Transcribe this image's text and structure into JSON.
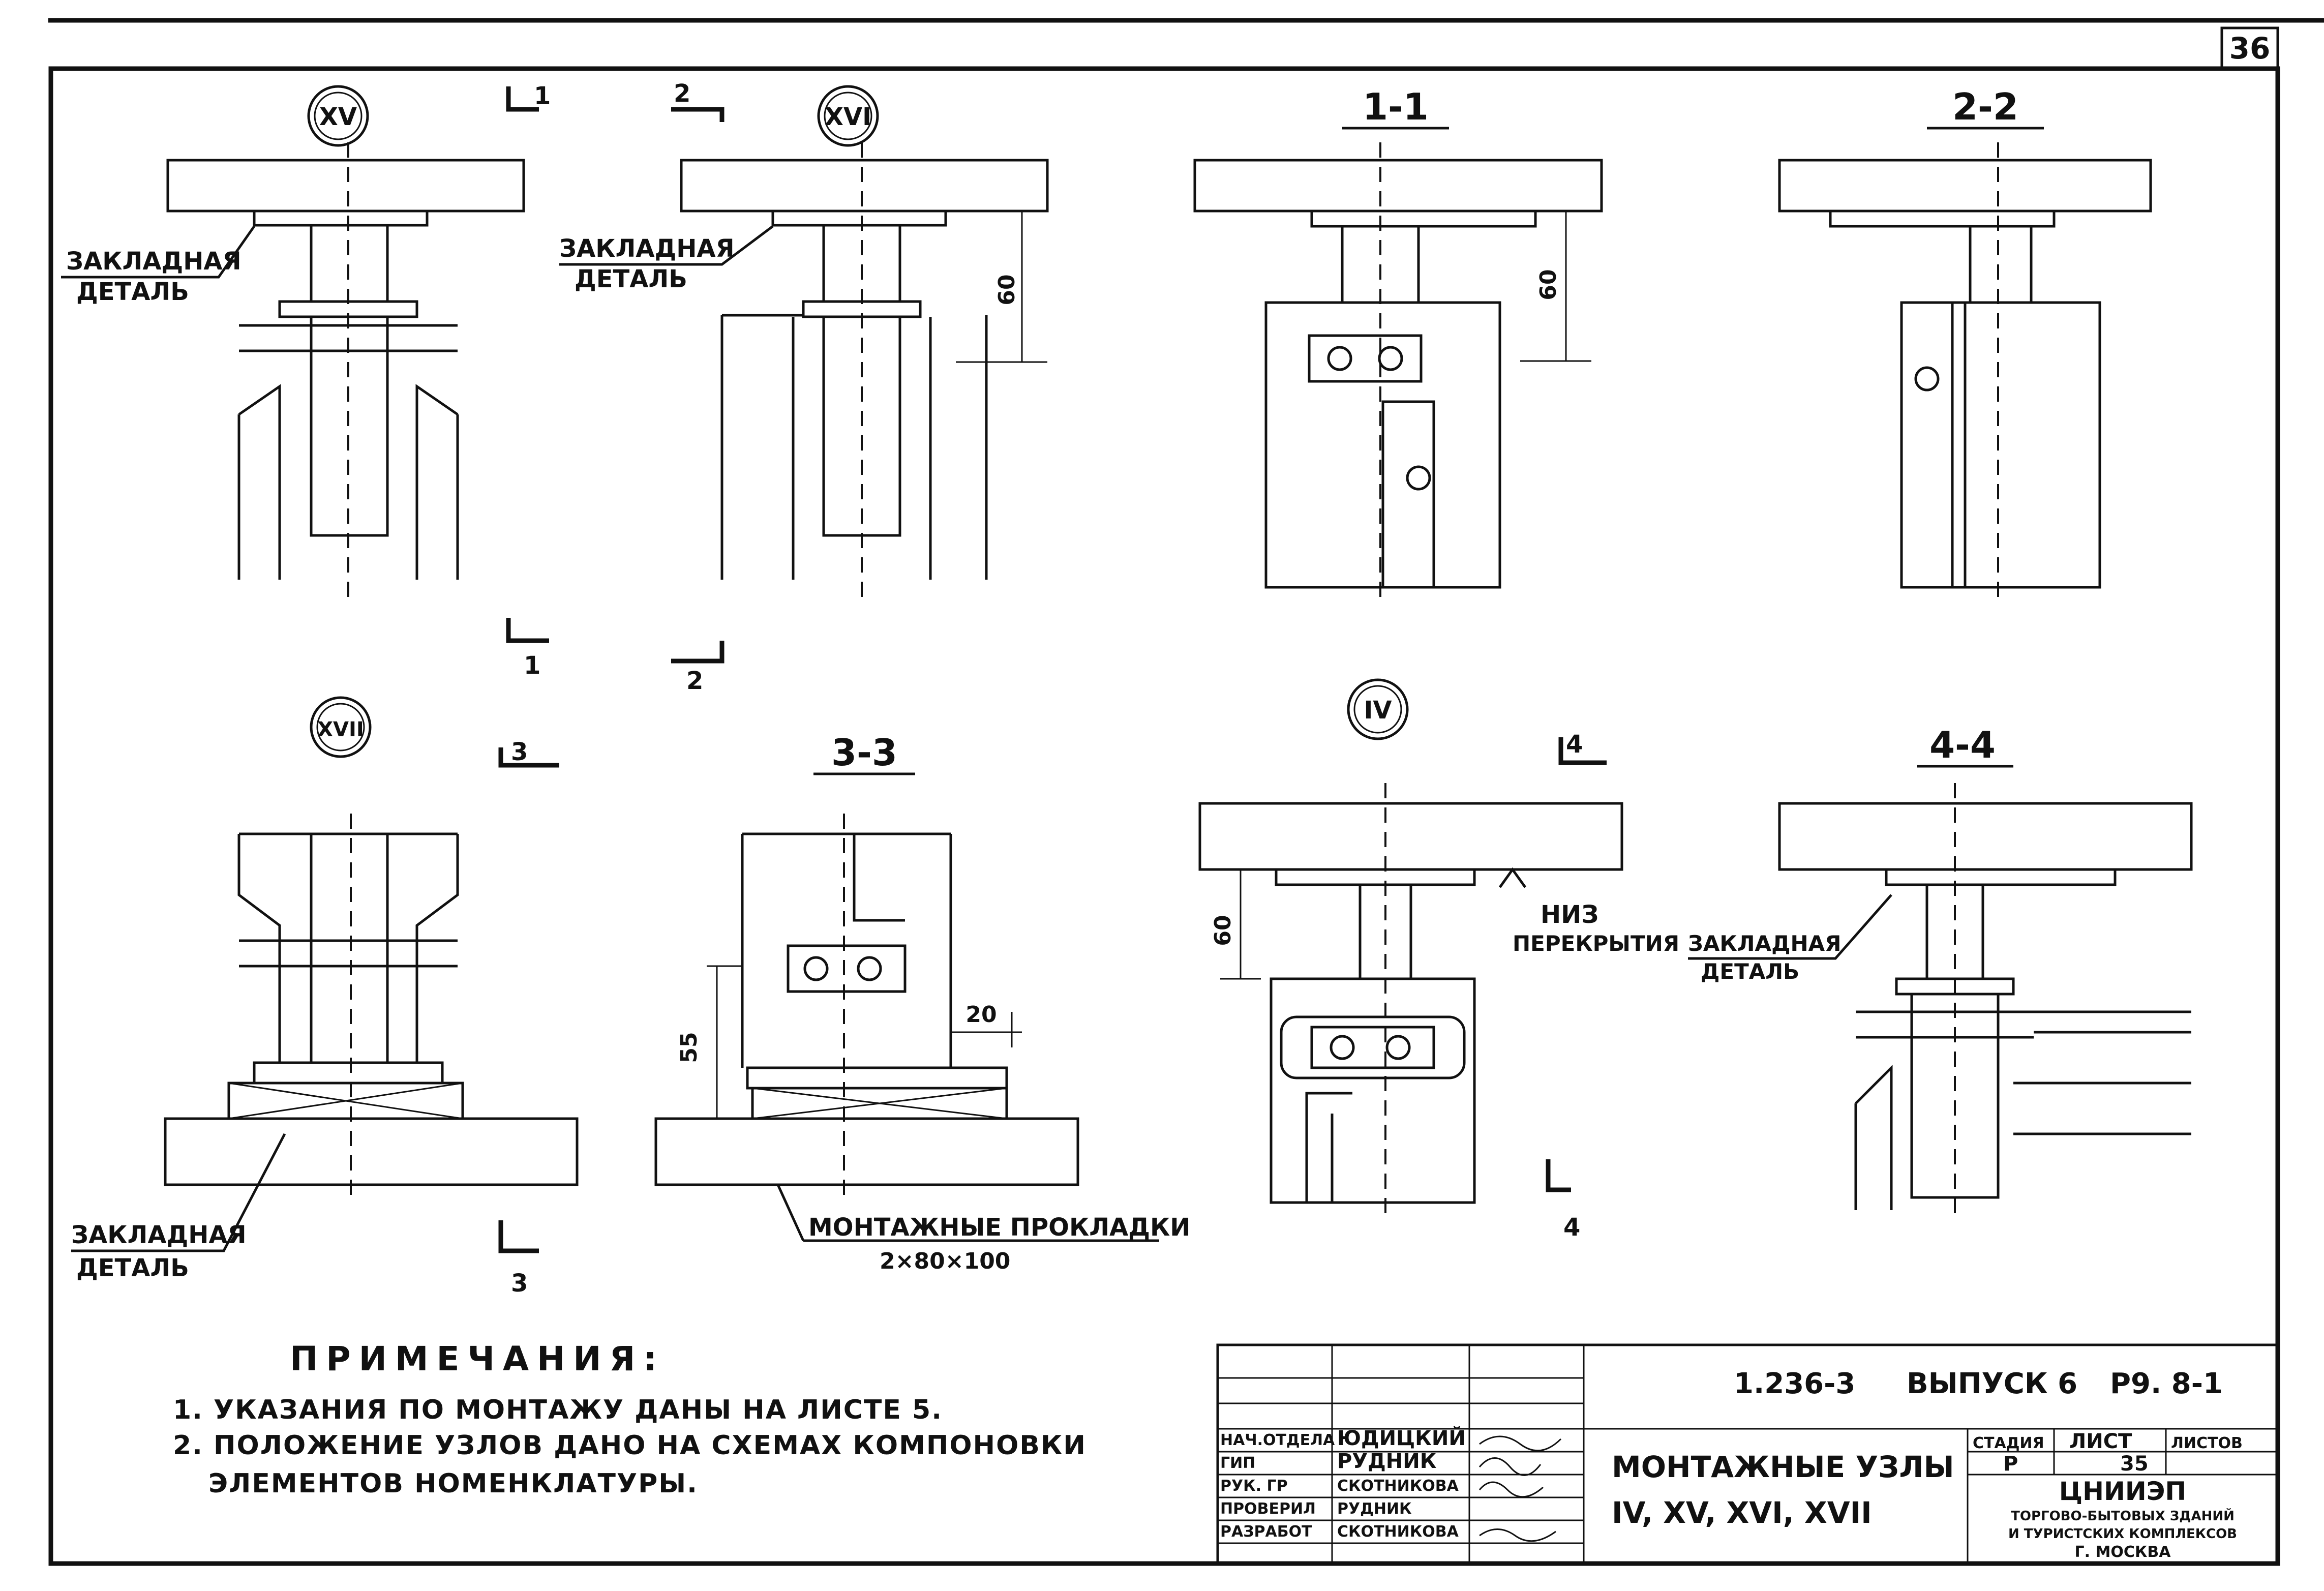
{
  "sheet": {
    "page_number": "36"
  },
  "details": [
    {
      "id": "XV",
      "label": "XV",
      "section_mark": "1",
      "callout": [
        "ЗАКЛАДНАЯ",
        "ДЕТАЛЬ"
      ]
    },
    {
      "id": "XVI",
      "label": "XVI",
      "section_mark": "2",
      "callout": [
        "ЗАКЛАДНАЯ",
        "ДЕТАЛЬ"
      ],
      "dim": "60"
    },
    {
      "id": "sec-1-1",
      "title": "1-1",
      "dim": "60"
    },
    {
      "id": "sec-2-2",
      "title": "2-2"
    },
    {
      "id": "XVII",
      "label": "XVII",
      "section_mark": "3",
      "callout": [
        "ЗАКЛАДНАЯ",
        "ДЕТАЛЬ"
      ]
    },
    {
      "id": "sec-3-3",
      "title": "3-3",
      "dims": [
        "55",
        "20"
      ],
      "callout": [
        "МОНТАЖНЫЕ ПРОКЛАДКИ",
        "2×80×100"
      ]
    },
    {
      "id": "IV",
      "label": "IV",
      "section_mark": "4",
      "dim": "60",
      "callout": [
        "НИЗ",
        "ПЕРЕКРЫТИЯ"
      ],
      "callout2": [
        "ЗАКЛАДНАЯ",
        "ДЕТАЛЬ"
      ]
    },
    {
      "id": "sec-4-4",
      "title": "4-4"
    }
  ],
  "notes": {
    "heading": "ПРИМЕЧАНИЯ:",
    "items": [
      "1. УКАЗАНИЯ ПО МОНТАЖУ ДАНЫ НА ЛИСТЕ 5.",
      "2. ПОЛОЖЕНИЕ УЗЛОВ ДАНО НА СХЕМАХ КОМПОНОВКИ",
      "ЭЛЕМЕНТОВ НОМЕНКЛАТУРЫ."
    ]
  },
  "title_block": {
    "code": "1.236-3",
    "issue": "ВЫПУСК 6",
    "doc": "Р9. 8-1",
    "name_line1": "МОНТАЖНЫЕ УЗЛЫ",
    "name_line2": "IV, XV, XVI, XVII",
    "stage_header": "СТАДИЯ",
    "sheet_header": "ЛИСТ",
    "sheets_header": "ЛИСТОВ",
    "stage": "Р",
    "sheet": "35",
    "sheets": "",
    "org1": "ЦНИИЭП",
    "org2": "ТОРГОВО-БЫТОВЫХ ЗДАНИЙ",
    "org3": "И ТУРИСТСКИХ КОМПЛЕКСОВ",
    "org4": "Г. МОСКВА",
    "roles": [
      {
        "role": "НАЧ.ОТДЕЛА",
        "name": "ЮДИЦКИЙ"
      },
      {
        "role": "ГИП",
        "name": "РУДНИК"
      },
      {
        "role": "РУК. ГР",
        "name": "СКОТНИКОВА"
      },
      {
        "role": "ПРОВЕРИЛ",
        "name": "РУДНИК"
      },
      {
        "role": "РАЗРАБОТ",
        "name": "СКОТНИКОВА"
      }
    ]
  }
}
